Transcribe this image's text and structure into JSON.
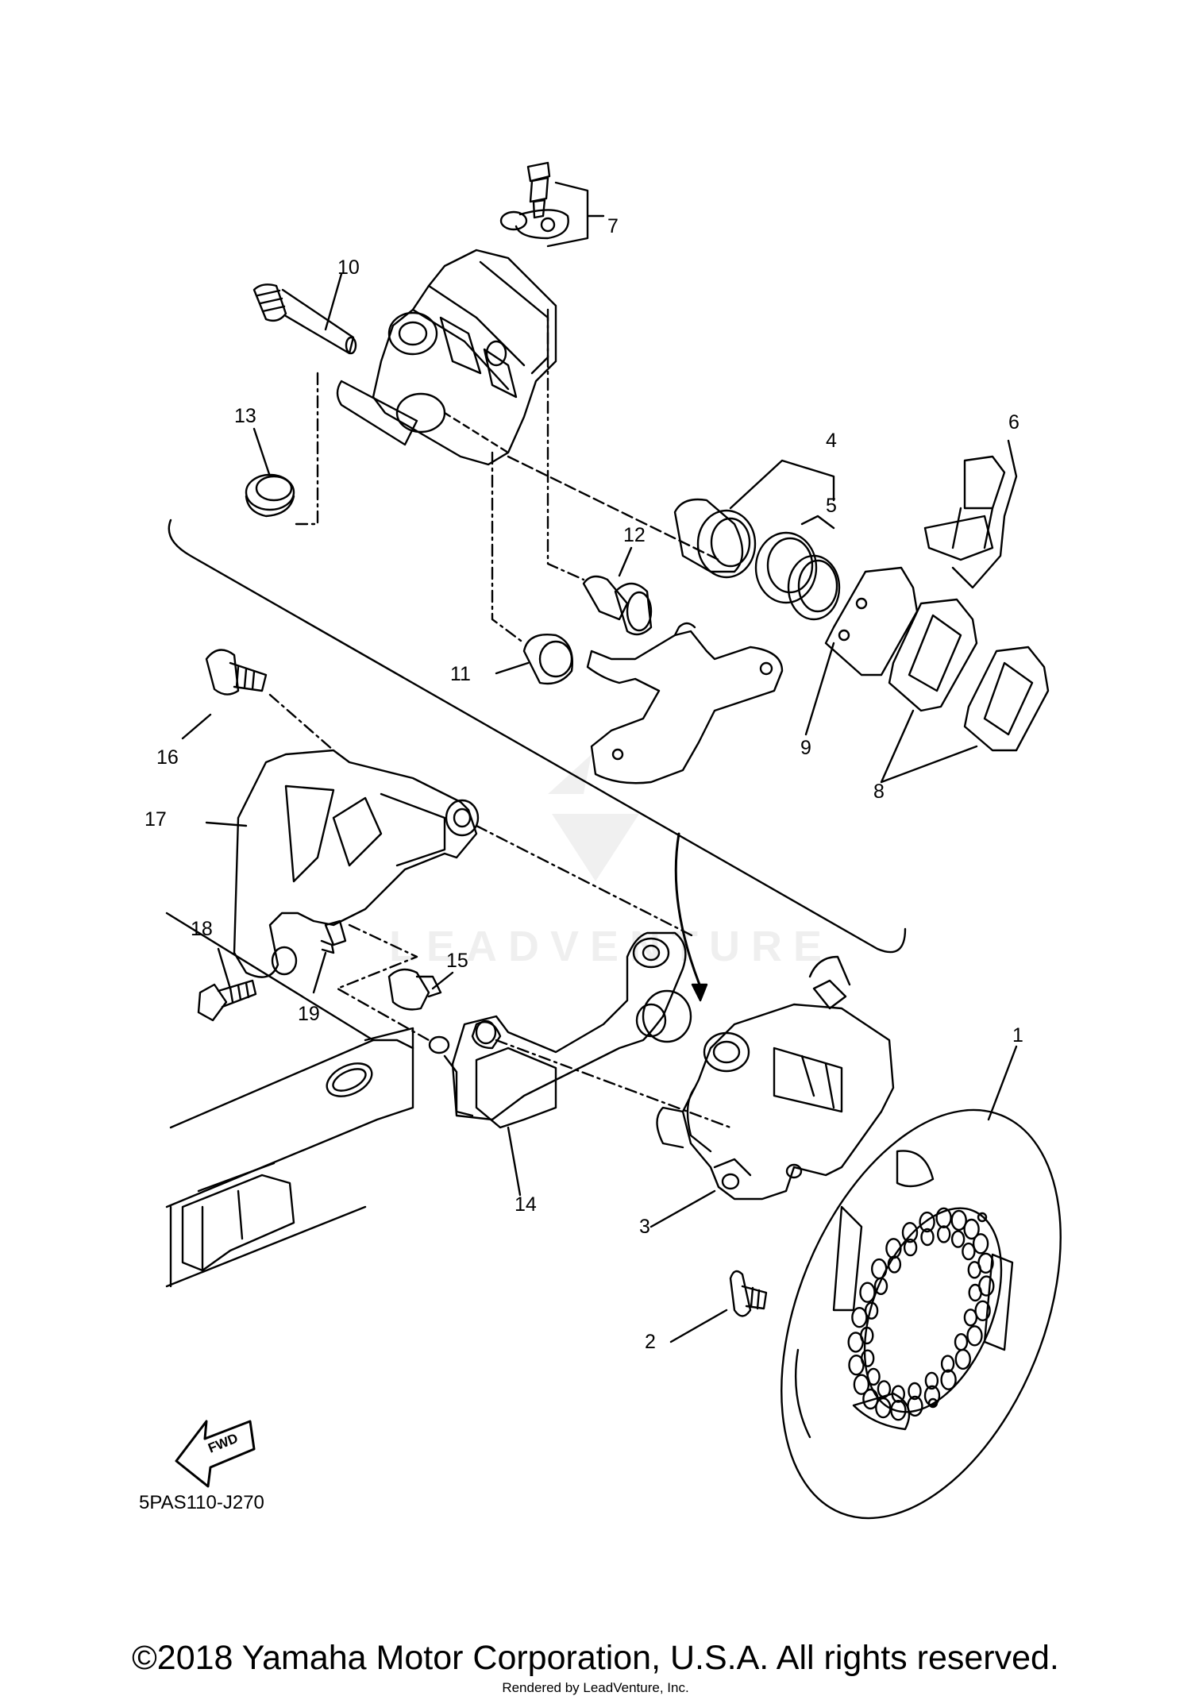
{
  "diagram": {
    "part_callouts": [
      "1",
      "2",
      "3",
      "4",
      "5",
      "6",
      "7",
      "8",
      "9",
      "10",
      "11",
      "12",
      "13",
      "14",
      "15",
      "16",
      "17",
      "18",
      "19"
    ],
    "diagram_code": "5PAS110-J270",
    "fwd_label": "FWD",
    "watermark": "LEADVENTURE"
  },
  "footer": {
    "copyright": "©2018 Yamaha Motor Corporation, U.S.A. All rights reserved.",
    "rendered_by": "Rendered by LeadVenture, Inc."
  }
}
